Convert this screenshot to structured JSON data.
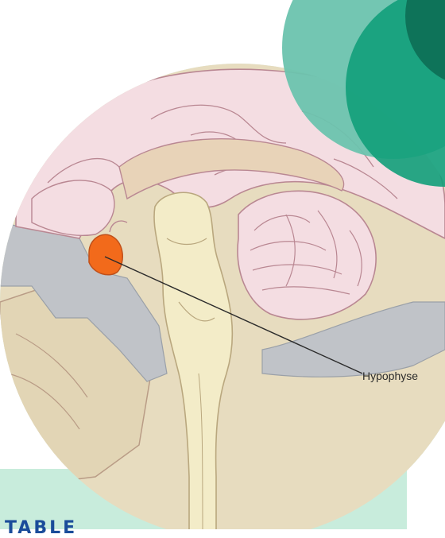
{
  "annotation": {
    "label": "Hypophyse"
  },
  "banner": {
    "title": "TABLE"
  },
  "colors": {
    "teal_light": "#6cc3ae",
    "teal_mid": "#129f7a",
    "teal_dark": "#0c6b52",
    "banner_bg": "#c8ecdc",
    "banner_text": "#1a4c9a",
    "hypophysis": "#f26a1b",
    "brain_tissue": "#f4dde2",
    "brainstem": "#f3ecc8",
    "csf_space": "#c0c3c8",
    "bone": "#e2d5b5"
  },
  "icons": [
    "decorative-teal-circles"
  ]
}
